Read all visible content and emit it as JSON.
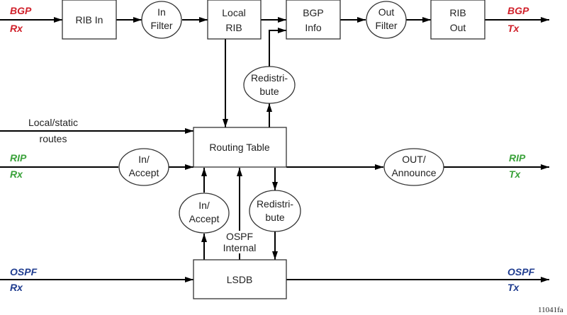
{
  "colors": {
    "bgp": "#d0202a",
    "rip": "#3aa23a",
    "ospf": "#1f3c8f"
  },
  "io_labels": {
    "bgp_rx": [
      "BGP",
      "Rx"
    ],
    "bgp_tx": [
      "BGP",
      "Tx"
    ],
    "rip_rx": [
      "RIP",
      "Rx"
    ],
    "rip_tx": [
      "RIP",
      "Tx"
    ],
    "ospf_rx": [
      "OSPF",
      "Rx"
    ],
    "ospf_tx": [
      "OSPF",
      "Tx"
    ]
  },
  "boxes": {
    "rib_in": [
      "RIB In"
    ],
    "local_rib": [
      "Local",
      "RIB"
    ],
    "bgp_info": [
      "BGP",
      "Info"
    ],
    "rib_out": [
      "RIB",
      "Out"
    ],
    "routing_table": [
      "Routing Table"
    ],
    "lsdb": [
      "LSDB"
    ]
  },
  "ellipses": {
    "in_filter": [
      "In",
      "Filter"
    ],
    "out_filter": [
      "Out",
      "Filter"
    ],
    "redistribute_bgp": [
      "Redistri-",
      "bute"
    ],
    "in_accept_rip": [
      "In/",
      "Accept"
    ],
    "out_announce": [
      "OUT/",
      "Announce"
    ],
    "in_accept_ospf": [
      "In/",
      "Accept"
    ],
    "redistribute_ospf": [
      "Redistri-",
      "bute"
    ]
  },
  "labels": {
    "local_static": [
      "Local/static",
      "routes"
    ],
    "ospf_internal": [
      "OSPF",
      "Internal"
    ]
  },
  "figure_id": "11041fa"
}
